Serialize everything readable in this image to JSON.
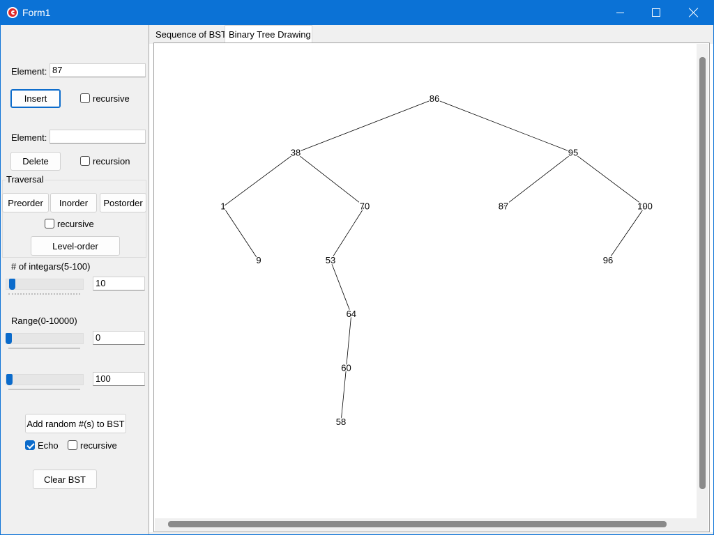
{
  "window": {
    "title": "Form1"
  },
  "insert_section": {
    "element_label": "Element:",
    "element_value": "87",
    "insert_button": "Insert",
    "recursive_label": "recursive",
    "recursive_checked": false
  },
  "delete_section": {
    "element_label": "Element:",
    "element_value": "",
    "delete_button": "Delete",
    "recursion_label": "recursion",
    "recursion_checked": false
  },
  "traversal": {
    "title": "Traversal",
    "preorder_button": "Preorder",
    "inorder_button": "Inorder",
    "postorder_button": "Postorder",
    "recursive_label": "recursive",
    "recursive_checked": false,
    "levelorder_button": "Level-order"
  },
  "random_count": {
    "label": "# of integars(5-100)",
    "value": "10",
    "slider_fraction": 0.05
  },
  "range": {
    "label": "Range(0-10000)",
    "min_value": "0",
    "max_value": "100",
    "min_slider_fraction": 0.0,
    "max_slider_fraction": 0.01
  },
  "random_actions": {
    "add_button": "Add random #(s) to BST",
    "echo_label": "Echo",
    "echo_checked": true,
    "recursive_label": "recursive",
    "recursive_checked": false,
    "clear_button": "Clear BST"
  },
  "tabs": [
    {
      "label": "Sequence of BST",
      "active": false
    },
    {
      "label": "Binary Tree Drawing",
      "active": true
    }
  ],
  "tree": {
    "nodes": [
      {
        "id": "86",
        "label": "86",
        "depth": 0,
        "order": 7
      },
      {
        "id": "38",
        "label": "38",
        "depth": 1,
        "order": 2
      },
      {
        "id": "95",
        "label": "95",
        "depth": 1,
        "order": 9
      },
      {
        "id": "1",
        "label": "1",
        "depth": 2,
        "order": 0
      },
      {
        "id": "70",
        "label": "70",
        "depth": 2,
        "order": 5
      },
      {
        "id": "87",
        "label": "87",
        "depth": 2,
        "order": 8
      },
      {
        "id": "100",
        "label": "100",
        "depth": 2,
        "order": 11
      },
      {
        "id": "9",
        "label": "9",
        "depth": 3,
        "order": 1
      },
      {
        "id": "53",
        "label": "53",
        "depth": 3,
        "order": 3
      },
      {
        "id": "96",
        "label": "96",
        "depth": 3,
        "order": 10
      },
      {
        "id": "64",
        "label": "64",
        "depth": 4,
        "order": 4.2
      },
      {
        "id": "60",
        "label": "60",
        "depth": 5,
        "order": 3.9
      },
      {
        "id": "58",
        "label": "58",
        "depth": 6,
        "order": 3.6
      }
    ],
    "edges": [
      [
        "86",
        "38"
      ],
      [
        "86",
        "95"
      ],
      [
        "38",
        "1"
      ],
      [
        "38",
        "70"
      ],
      [
        "1",
        "9"
      ],
      [
        "70",
        "53"
      ],
      [
        "53",
        "64"
      ],
      [
        "64",
        "60"
      ],
      [
        "60",
        "58"
      ],
      [
        "95",
        "87"
      ],
      [
        "95",
        "100"
      ],
      [
        "100",
        "96"
      ]
    ]
  }
}
